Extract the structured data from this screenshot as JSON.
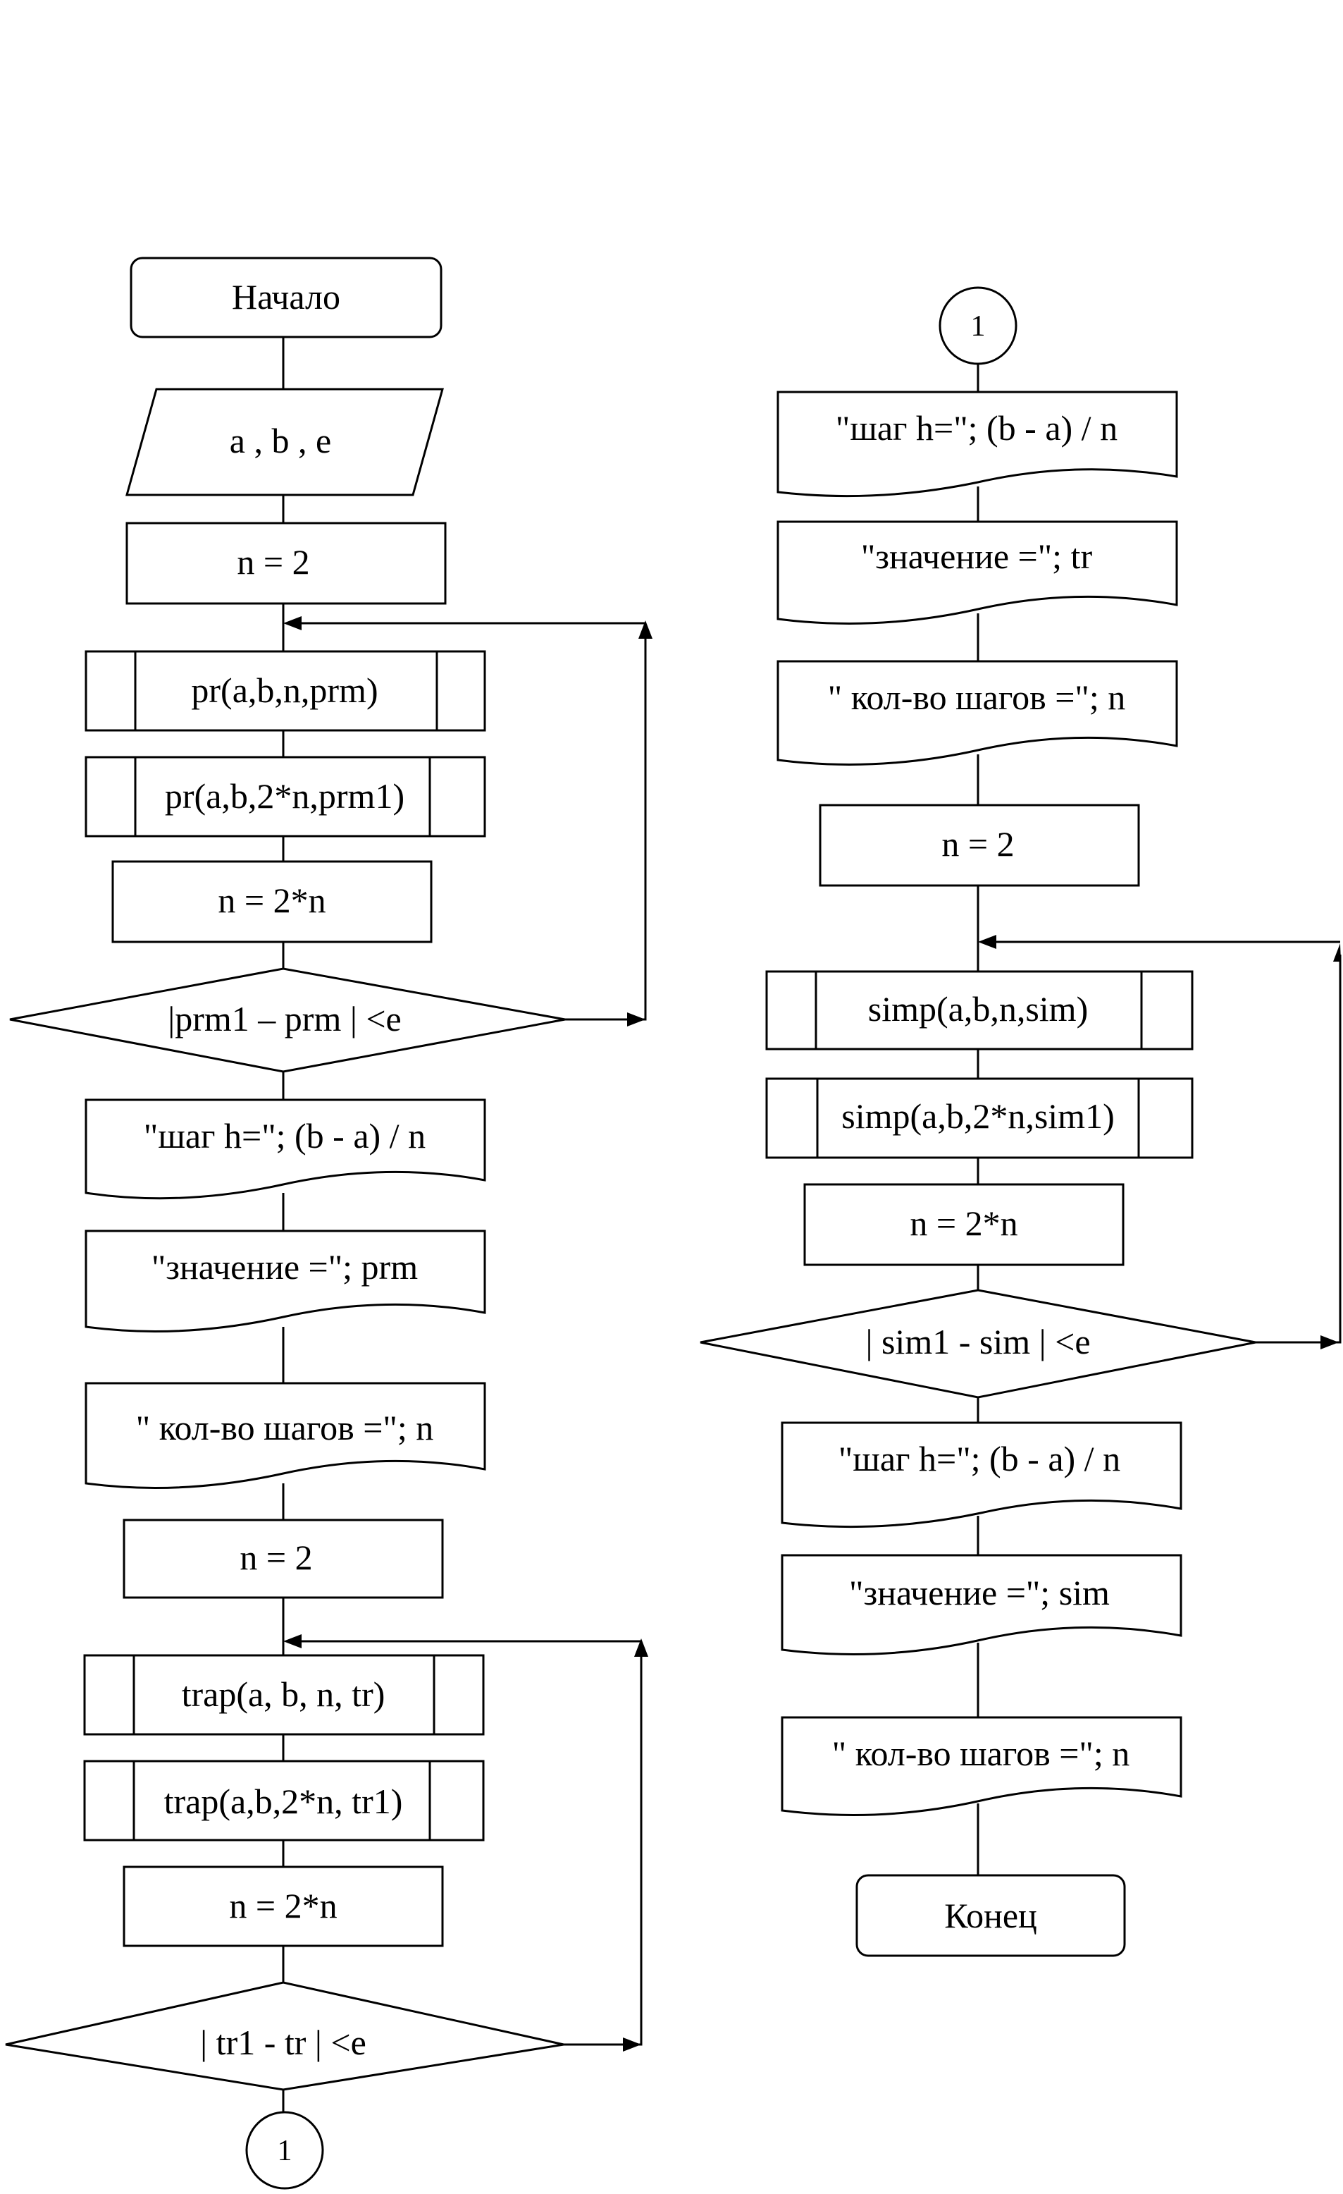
{
  "left": {
    "start": "Начало",
    "input": "a , b , e",
    "n_init_1": "n = 2",
    "pr_call_1": "pr(a,b,n,prm)",
    "pr_call_2": "pr(a,b,2*n,prm1)",
    "n_double_1": "n = 2*n",
    "cond_1": "|prm1 – prm | <e",
    "out_step_1": "\"шаг  h=\"; (b - a) / n",
    "out_value_1": "\"значение =\"; prm",
    "out_count_1": "\" кол-во шагов =\"; n",
    "n_init_2": "n = 2",
    "trap_call_1": "trap(a, b, n, tr)",
    "trap_call_2": "trap(a,b,2*n, tr1)",
    "n_double_2": "n = 2*n",
    "cond_2": "| tr1 - tr | <e",
    "connector": "1"
  },
  "right": {
    "connector": "1",
    "out_step_2": "\"шаг  h=\"; (b - a) / n",
    "out_value_2": "\"значение =\"; tr",
    "out_count_2": "\" кол-во шагов =\"; n",
    "n_init_3": "n = 2",
    "simp_call_1": "simp(a,b,n,sim)",
    "simp_call_2": "simp(a,b,2*n,sim1)",
    "n_double_3": "n = 2*n",
    "cond_3": "| sim1 - sim | <e",
    "out_step_3": "\"шаг  h=\"; (b - a) / n",
    "out_value_3": "\"значение =\"; sim",
    "out_count_3": "\" кол-во шагов =\"; n",
    "end": "Конец"
  }
}
